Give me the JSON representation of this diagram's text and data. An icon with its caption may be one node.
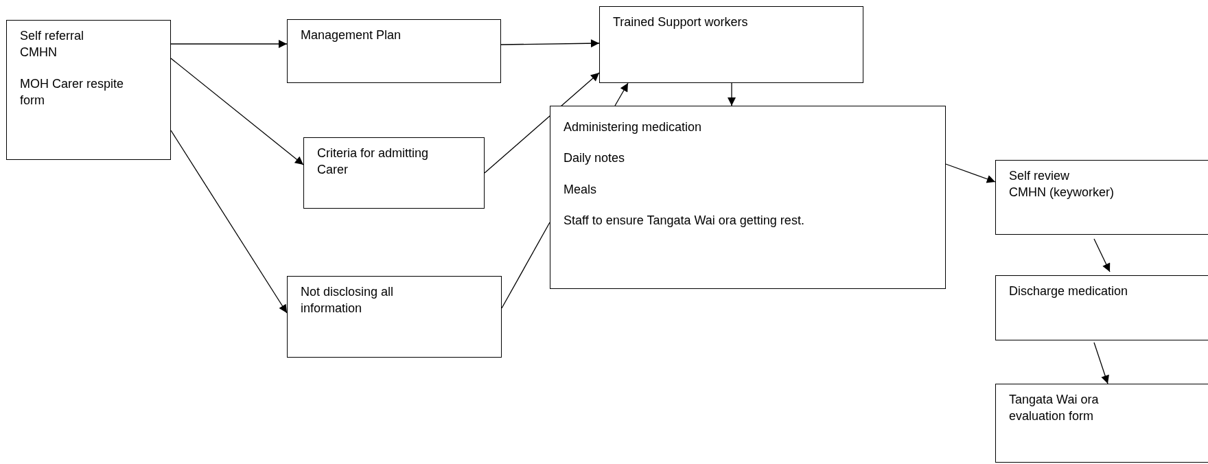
{
  "diagram": {
    "nodes": [
      {
        "text": [
          "Self referral",
          "CMHN",
          "MOH Carer respite form"
        ]
      },
      {
        "text": [
          "Management Plan"
        ]
      },
      {
        "text": [
          "Criteria for admitting Carer"
        ]
      },
      {
        "text": [
          "Not disclosing all information"
        ]
      },
      {
        "text": [
          "Trained Support workers"
        ]
      },
      {
        "text": [
          "Administering medication",
          "Daily notes",
          "Meals",
          "Staff to ensure Tangata Wai ora getting rest."
        ]
      },
      {
        "text": [
          "Self review",
          "CMHN (keyworker)"
        ]
      },
      {
        "text": [
          "Discharge medication"
        ]
      },
      {
        "text": [
          "Tangata Wai ora evaluation form"
        ]
      }
    ],
    "edges": [
      {
        "from": 0,
        "to": 1,
        "arrow": "to"
      },
      {
        "from": 0,
        "to": 2,
        "arrow": "to"
      },
      {
        "from": 0,
        "to": 3,
        "arrow": "to"
      },
      {
        "from": 1,
        "to": 4,
        "arrow": "to"
      },
      {
        "from": 2,
        "to": 4,
        "arrow": "to"
      },
      {
        "from": 3,
        "to": 5,
        "arrow": "none"
      },
      {
        "from": 5,
        "to": 4,
        "arrow": "to"
      },
      {
        "from": 4,
        "to": 5,
        "arrow": "to"
      },
      {
        "from": 5,
        "to": 6,
        "arrow": "to"
      },
      {
        "from": 6,
        "to": 7,
        "arrow": "to"
      },
      {
        "from": 7,
        "to": 8,
        "arrow": "to"
      }
    ]
  }
}
